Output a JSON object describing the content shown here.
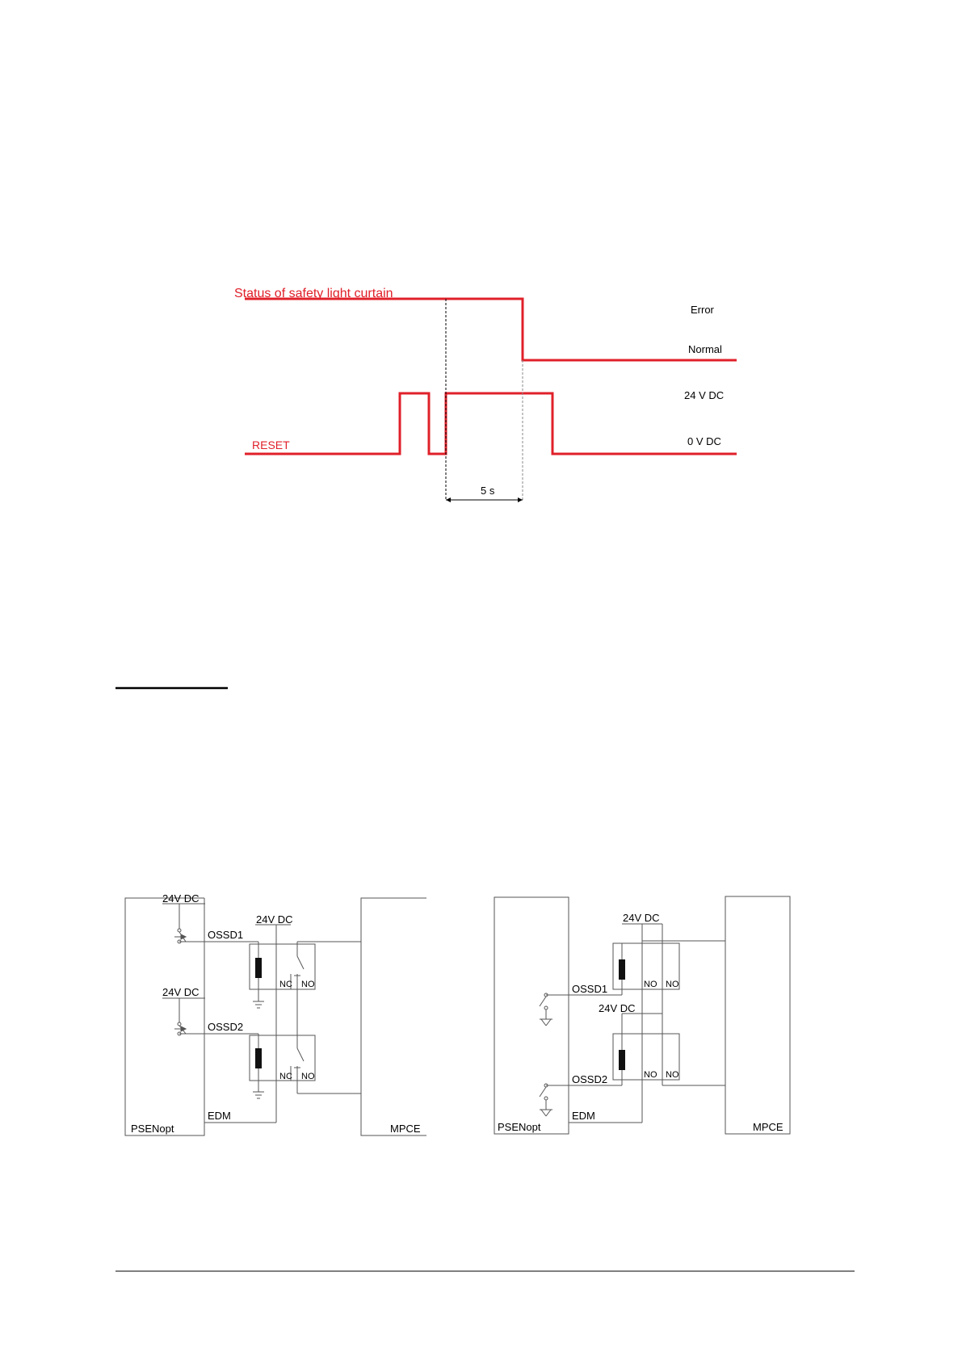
{
  "timing_diagram": {
    "status_label": "Status of safety light curtain",
    "reset_label": "RESET",
    "state_error": "Error",
    "state_normal": "Normal",
    "level_high": "24 V DC",
    "level_low": "0 V DC",
    "delay_label": "5 s",
    "signal_color": "#e0202a"
  },
  "circuit_left": {
    "supply_1": "24V DC",
    "supply_2": "24V DC",
    "supply_3": "24V DC",
    "output_1": "OSSD1",
    "output_2": "OSSD2",
    "edm": "EDM",
    "device": "PSENopt",
    "controller": "MPCE",
    "nc_1": "NC",
    "no_1": "NO",
    "nc_2": "NC",
    "no_2": "NO"
  },
  "circuit_right": {
    "supply_1": "24V DC",
    "supply_2": "24V DC",
    "output_1": "OSSD1",
    "output_2": "OSSD2",
    "edm": "EDM",
    "device": "PSENopt",
    "controller": "MPCE",
    "no_1a": "NO",
    "no_1b": "NO",
    "no_2a": "NO",
    "no_2b": "NO"
  }
}
